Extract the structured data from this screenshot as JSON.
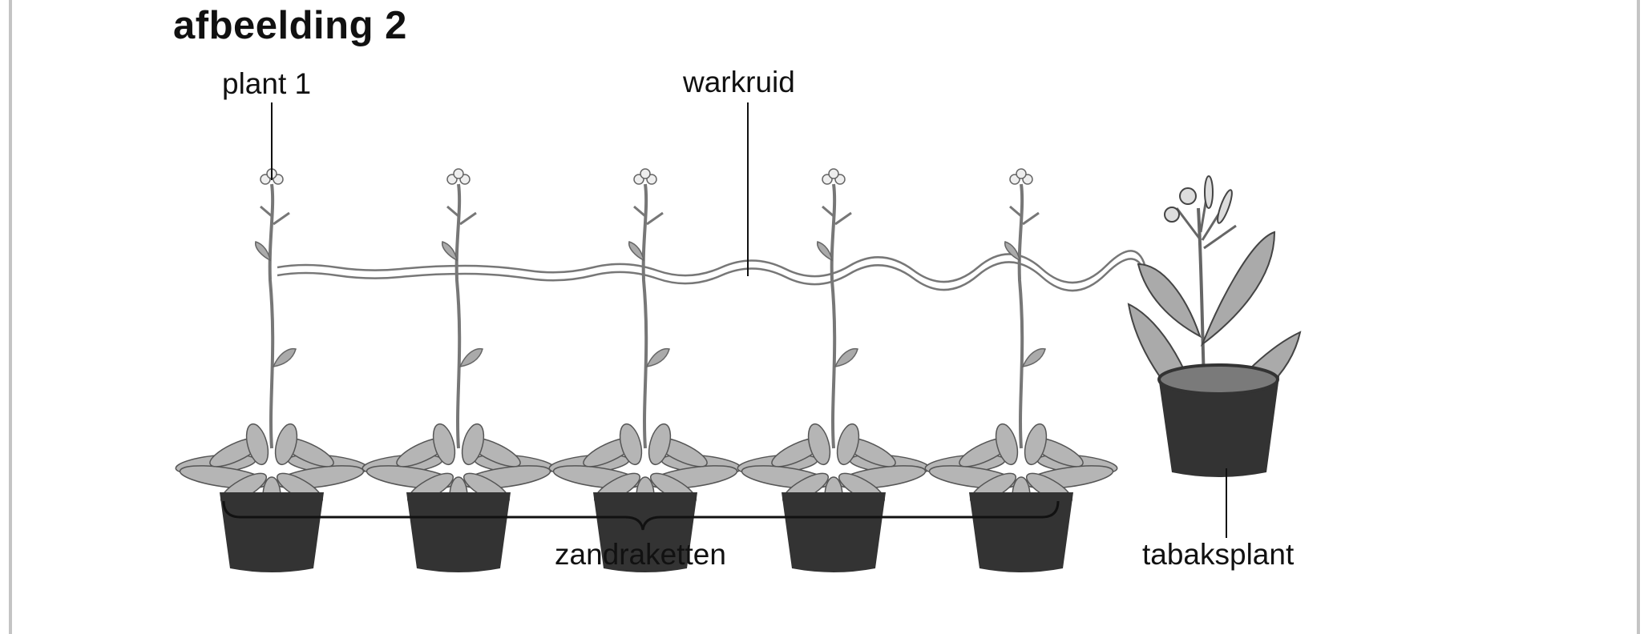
{
  "figure": {
    "title": "afbeelding 2",
    "labels": {
      "plant1": "plant 1",
      "warkruid": "warkruid",
      "zandraketten": "zandraketten",
      "tabaksplant": "tabaksplant"
    },
    "zandraket_count": 5
  }
}
